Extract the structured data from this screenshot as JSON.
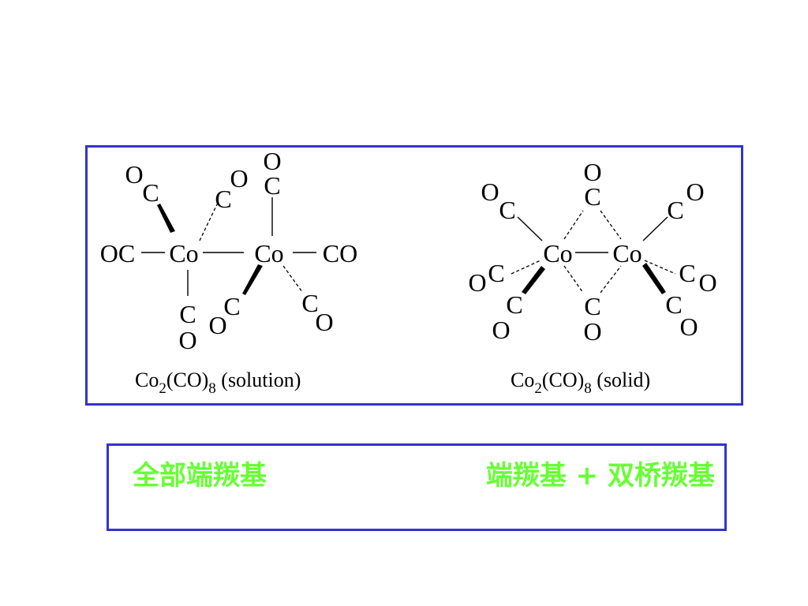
{
  "structures": [
    {
      "formula": {
        "base": "Co",
        "sub1": "2",
        "mid": "(CO)",
        "sub2": "8",
        "state": " (solution)"
      },
      "description": "全部端羰基"
    },
    {
      "formula": {
        "base": "Co",
        "sub1": "2",
        "mid": "(CO)",
        "sub2": "8",
        "state": " (solid)"
      },
      "description": "端羰基 + 双桥羰基"
    }
  ],
  "atoms": {
    "cobalt": "Co",
    "carbon": "C",
    "oxygen": "O",
    "co_right": "CO",
    "oc_left": "OC"
  },
  "colors": {
    "border": "#3333cc",
    "caption_text": "#66ff33",
    "ink": "#000000"
  }
}
